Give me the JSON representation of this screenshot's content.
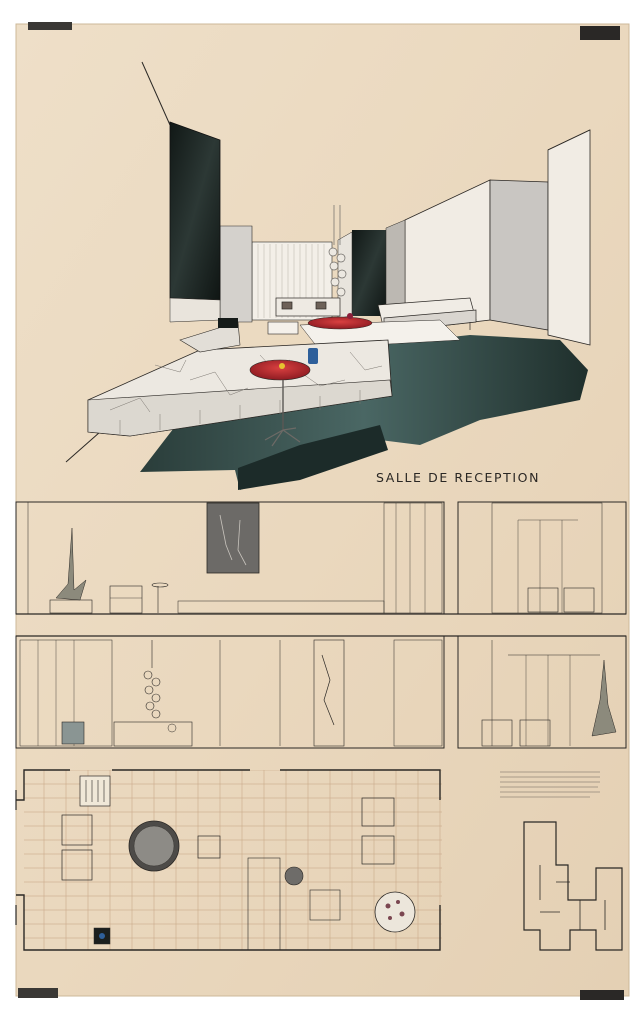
{
  "drawing": {
    "title": "SALLE DE RECEPTION"
  },
  "colors": {
    "paper": "#ecdcc4",
    "ink": "#2b2825",
    "dark_panel": "#1b2320",
    "teal_floor": "#2f4a47",
    "marble": "#e6e3dc",
    "red_accent": "#b3252c",
    "blue_accent": "#2e5f9a"
  },
  "sections": [
    "perspective-view",
    "elevation-wall-1",
    "elevation-wall-2",
    "elevation-wall-3",
    "elevation-wall-4",
    "floor-plan",
    "site-plan-inset"
  ]
}
